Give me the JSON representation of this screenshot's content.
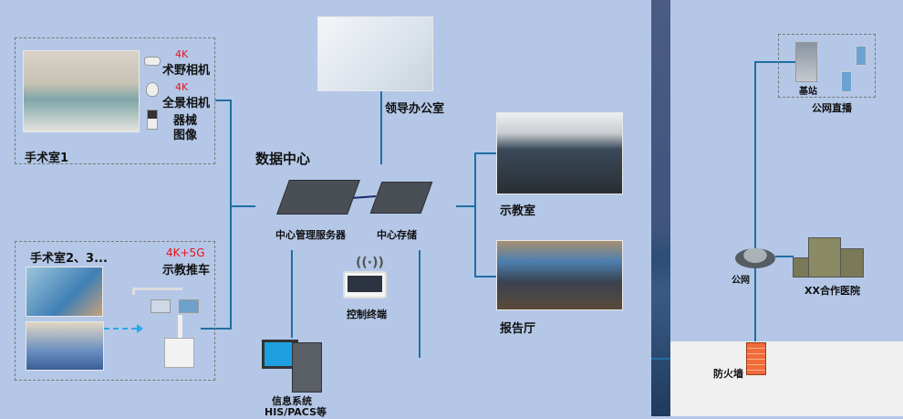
{
  "or1": {
    "title": "手术室1",
    "cam1_res": "4K",
    "cam1": "术野相机",
    "cam2_res": "4K",
    "cam2": "全景相机",
    "instr_line1": "器械",
    "instr_line2": "图像"
  },
  "or2": {
    "title": "手术室2、3...",
    "cart_res": "4K+5G",
    "cart": "示教推车"
  },
  "datacenter": {
    "title": "数据中心",
    "server": "中心管理服务器",
    "storage": "中心存储"
  },
  "office": "领导办公室",
  "classroom": "示教室",
  "hall": "报告厅",
  "terminal": "控制终端",
  "infosys": {
    "line1": "信息系统",
    "line2": "HIS/PACS等"
  },
  "external": {
    "base_station": "基站",
    "live": "公网直播",
    "public_net": "公网",
    "partner": "XX合作医院",
    "firewall": "防火墙"
  },
  "colors": {
    "line": "#1f6fa3",
    "background": "#b4c7e7",
    "accent": "#e8141b"
  }
}
